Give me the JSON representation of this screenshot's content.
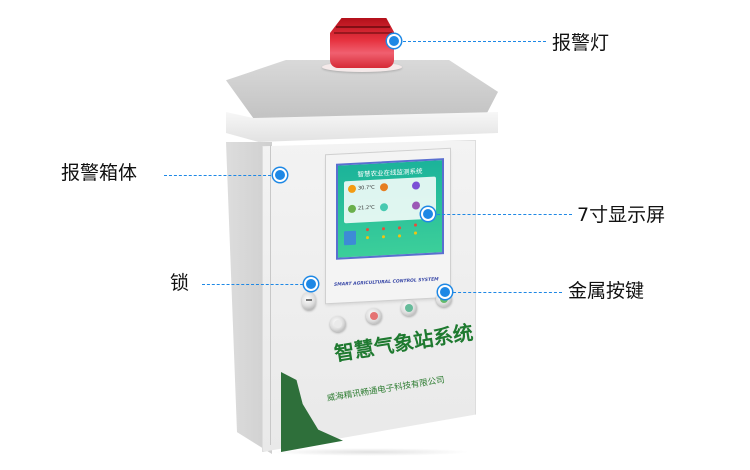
{
  "callouts": {
    "alarm_light": "报警灯",
    "enclosure": "报警箱体",
    "display": "7寸显示屏",
    "lock": "锁",
    "buttons": "金属按键"
  },
  "device": {
    "brand_title": "智慧气象站系统",
    "company": "威海精讯畅通电子科技有限公司",
    "screen": {
      "title": "智慧农业在线监测系统",
      "readings": [
        "30.7℃",
        "21.2℃"
      ],
      "footer_brand": "SMART AGRICULTURAL CONTROL SYSTEM"
    }
  },
  "colors": {
    "accent_blue": "#1e88e5",
    "brand_green": "#2e7d32",
    "alarm_red": "#e53935",
    "screen_teal": "#1bb39a"
  }
}
